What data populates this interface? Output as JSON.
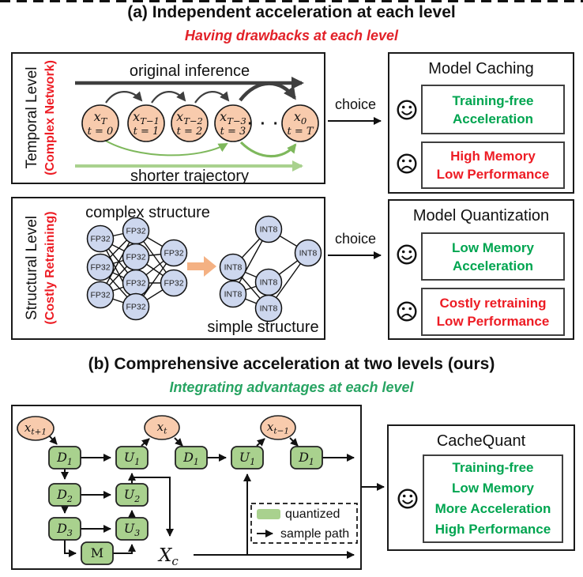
{
  "colors": {
    "red_text": "#ed1c24",
    "green_text": "#00a550",
    "subtitle_red": "#e22128",
    "subtitle_green": "#27a462",
    "node_peach": "#f8cbad",
    "block_green": "#a9d18e",
    "node_blue": "#cdd7ee",
    "orange_arrow": "#f4b183",
    "dark_arrow": "#3f3f3f"
  },
  "part_a": {
    "title": "(a) Independent acceleration at each level",
    "subtitle": "Having drawbacks at each level",
    "temporal": {
      "side_label": "Temporal Level",
      "side_sublabel": "(Complex Network)",
      "top_arrow_label": "original inference",
      "bottom_arrow_label": "shorter trajectory",
      "ellipsis": "· · ·",
      "nodes": [
        {
          "base": "x",
          "sub": "T",
          "step": "t = 0"
        },
        {
          "base": "x",
          "sub": "T−1",
          "step": "t = 1"
        },
        {
          "base": "x",
          "sub": "T−2",
          "step": "t = 2"
        },
        {
          "base": "x",
          "sub": "T−3",
          "step": "t = 3"
        },
        {
          "base": "x",
          "sub": "0",
          "step": "t = T"
        }
      ]
    },
    "structural": {
      "side_label": "Structural Level",
      "side_sublabel": "(Costly Retraining)",
      "top_label": "complex structure",
      "bottom_label": "simple structure",
      "fp_label": "FP32",
      "int_label": "INT8"
    },
    "choice_label": "choice",
    "caching": {
      "title": "Model Caching",
      "pro": [
        "Training-free",
        "Acceleration"
      ],
      "con": [
        "High Memory",
        "Low Performance"
      ]
    },
    "quantization": {
      "title": "Model Quantization",
      "pro": [
        "Low Memory",
        "Acceleration"
      ],
      "con": [
        "Costly retraining",
        "Low Performance"
      ]
    }
  },
  "part_b": {
    "title": "(b) Comprehensive acceleration at two levels (ours)",
    "subtitle": "Integrating advantages at each level",
    "flow": {
      "x_in": {
        "base": "x",
        "sub": "t+1"
      },
      "x_mid": {
        "base": "x",
        "sub": "t"
      },
      "x_out": {
        "base": "x",
        "sub": "t−1"
      },
      "d1": {
        "base": "D",
        "sub": "1"
      },
      "d2": {
        "base": "D",
        "sub": "2"
      },
      "d3": {
        "base": "D",
        "sub": "3"
      },
      "u1": {
        "base": "U",
        "sub": "1"
      },
      "u2": {
        "base": "U",
        "sub": "2"
      },
      "u3": {
        "base": "U",
        "sub": "3"
      },
      "m_label": "M",
      "xc": {
        "base": "X",
        "sub": "c"
      },
      "legend": {
        "quantized": "quantized",
        "sample_path": "sample path"
      }
    },
    "cachequant": {
      "title": "CacheQuant",
      "pros": [
        "Training-free",
        "Low Memory",
        "More Acceleration",
        "High Performance"
      ]
    }
  }
}
